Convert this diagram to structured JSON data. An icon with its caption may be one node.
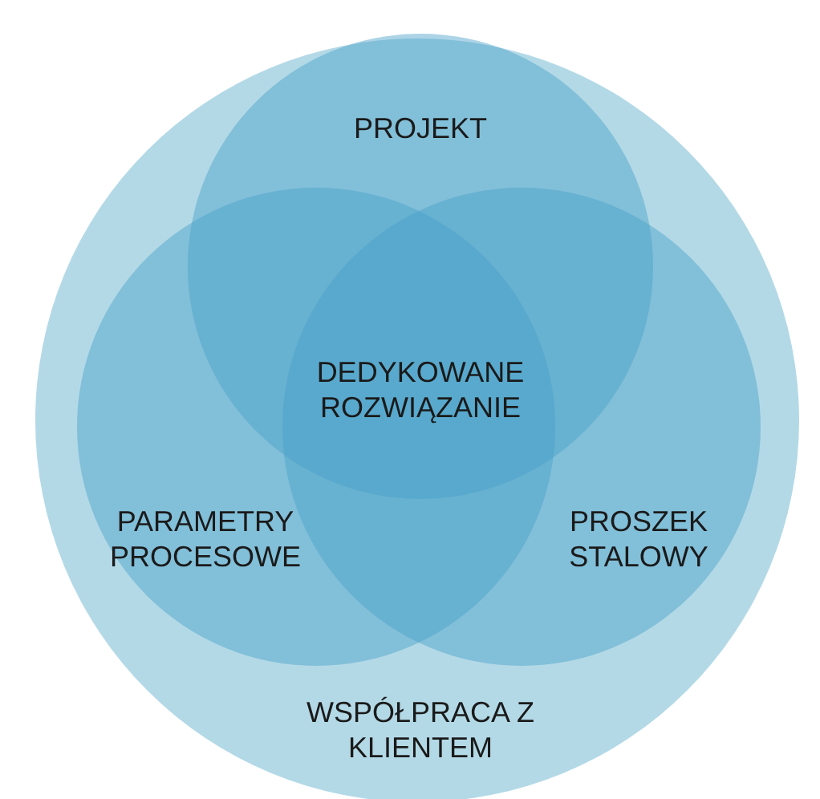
{
  "diagram": {
    "nodes": [
      {
        "text": [
          "WSPÓŁPRACA Z KLIENTEM"
        ]
      },
      {
        "text": [
          "PROJEKT"
        ],
        "in": 0
      },
      {
        "text": [
          "PARAMETRY PROCESOWE"
        ],
        "in": 0
      },
      {
        "text": [
          "PROSZEK STALOWY"
        ],
        "in": 0
      }
    ],
    "labels": [
      "DEDYKOWANE ROZWIĄZANIE"
    ]
  }
}
